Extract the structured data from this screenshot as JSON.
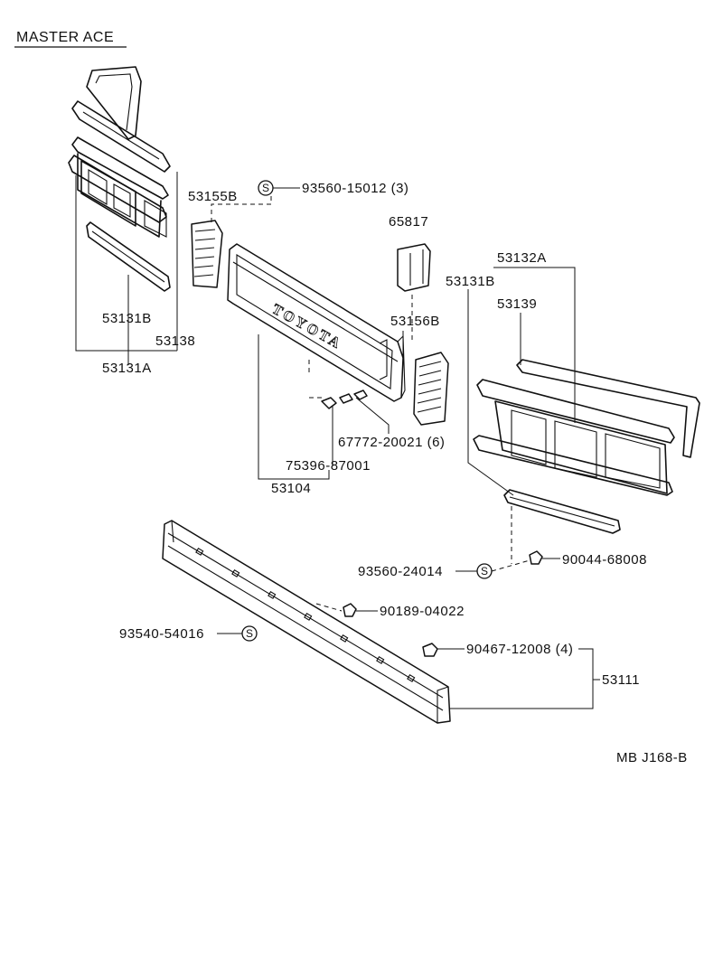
{
  "header": {
    "title": "MASTER ACE"
  },
  "diagram_code": "MB J168-B",
  "parts": {
    "p53155B": "53155B",
    "p93560_15012": "93560-15012 (3)",
    "p65817": "65817",
    "p53132A": "53132A",
    "p53131B_right": "53131B",
    "p53139": "53139",
    "p53156B": "53156B",
    "p53131B_left": "53131B",
    "p53138": "53138",
    "p53131A": "53131A",
    "p67772": "67772-20021 (6)",
    "p75396": "75396-87001",
    "p53104": "53104",
    "p93560_24014": "93560-24014",
    "p90044": "90044-68008",
    "p90189": "90189-04022",
    "p93540": "93540-54016",
    "p90467": "90467-12008 (4)",
    "p53111": "53111"
  },
  "symbols": {
    "screw_mark": "S"
  },
  "grille_logo": "TOYOTA"
}
